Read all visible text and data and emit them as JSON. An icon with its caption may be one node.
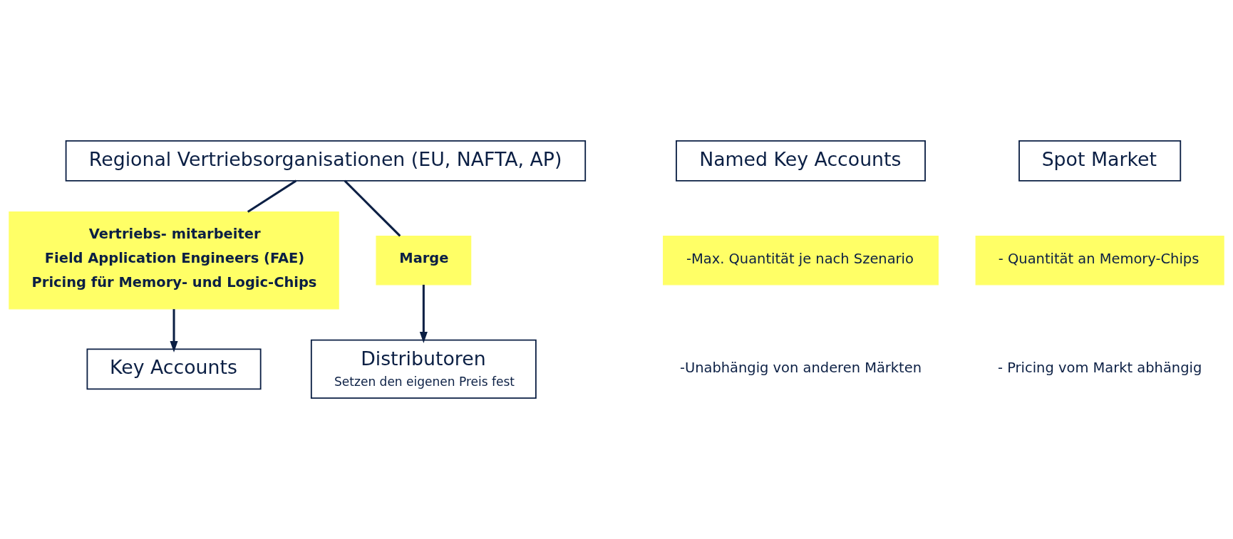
{
  "diagram": {
    "nodes": [
      {
        "text": [
          "Regional Vertriebsorganisationen (EU, NAFTA, AP)"
        ]
      },
      {
        "text": [
          "Named Key Accounts"
        ]
      },
      {
        "text": [
          "Spot Market"
        ]
      },
      {
        "text": [
          "Vertriebs- mitarbeiter",
          "Field Application Engineers (FAE)",
          "Pricing für Memory- und Logic-Chips"
        ]
      },
      {
        "text": [
          "Marge"
        ]
      },
      {
        "text": [
          "Key Accounts"
        ]
      },
      {
        "text": [
          "Distributoren",
          "Setzen den eigenen Preis fest"
        ]
      },
      {
        "text": [
          "-Max. Quantität je nach Szenario"
        ]
      },
      {
        "text": [
          "- Quantität an Memory-Chips"
        ]
      }
    ],
    "edges": [
      {
        "from": 0,
        "to": 3,
        "arrow": "none"
      },
      {
        "from": 3,
        "to": 5,
        "arrow": "to"
      },
      {
        "from": 0,
        "to": 4,
        "arrow": "none"
      },
      {
        "from": 4,
        "to": 6,
        "arrow": "to"
      }
    ],
    "labels": [
      "-Unabhängig von anderen Märkten",
      "- Pricing vom Markt abhängig"
    ]
  }
}
